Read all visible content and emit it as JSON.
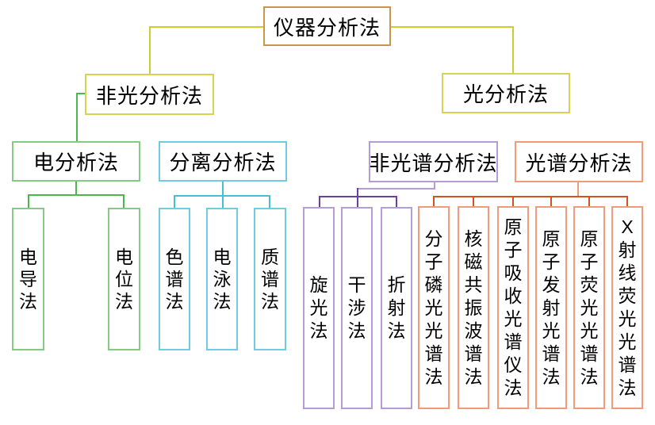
{
  "diagram_title": "仪器分析法",
  "tree": {
    "label": "仪器分析法",
    "children": [
      {
        "label": "非光分析法",
        "children": [
          {
            "label": "电分析法",
            "children": [
              {
                "label": "电导法"
              },
              {
                "label": "电位法"
              }
            ]
          },
          {
            "label": "分离分析法",
            "children": [
              {
                "label": "色谱法"
              },
              {
                "label": "电泳法"
              },
              {
                "label": "质谱法"
              }
            ]
          }
        ]
      },
      {
        "label": "光分析法",
        "children": [
          {
            "label": "非光谱分析法",
            "children": [
              {
                "label": "旋光法"
              },
              {
                "label": "干涉法"
              },
              {
                "label": "折射法"
              }
            ]
          },
          {
            "label": "光谱分析法",
            "children": [
              {
                "label": "分子磷光光谱法"
              },
              {
                "label": "核磁共振波谱法"
              },
              {
                "label": "原子吸收光谱仪法"
              },
              {
                "label": "原子发射光谱法"
              },
              {
                "label": "原子荧光光谱法"
              },
              {
                "label": "X射线荧光光谱法"
              }
            ]
          }
        ]
      }
    ]
  },
  "palette": {
    "background": "#FFFFFF",
    "text": "#000000",
    "root_box_border": "#C9964E",
    "level1_box_border": "#D6D44E",
    "level1_connector": "#CDCD32",
    "electro_box_border": "#84CB84",
    "electro_connector": "#4CB84C",
    "separation_box_border": "#6FCBDF",
    "separation_connector": "#49BCD9",
    "non_spectro_box_border": "#B69CD6",
    "non_spectro_connector": "#6C3FA4",
    "spectro_box_border": "#F29B78",
    "spectro_connector": "#D4531C"
  }
}
